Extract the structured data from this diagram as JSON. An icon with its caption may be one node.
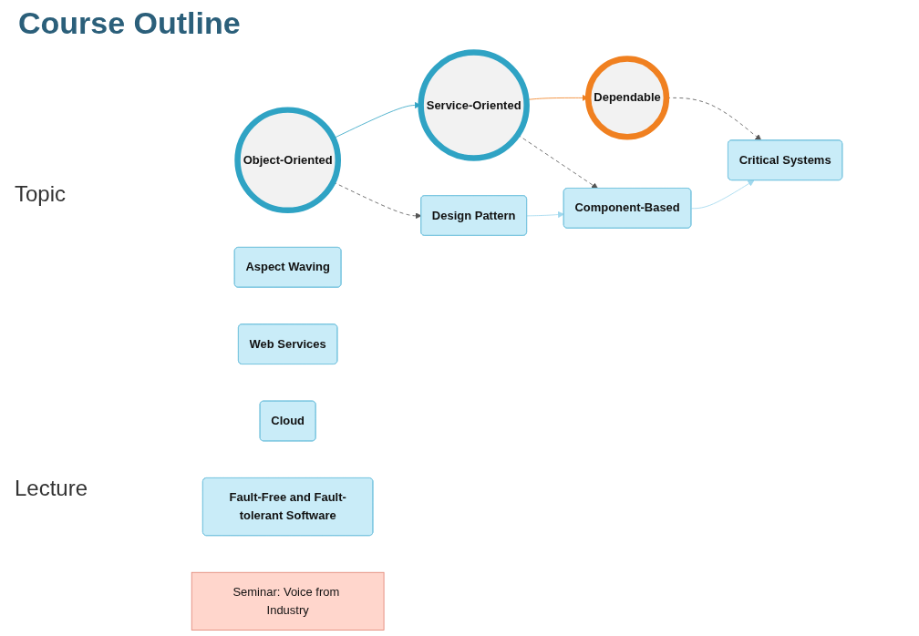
{
  "diagram": {
    "title": "Course Outline",
    "nodes": [
      {
        "text": [
          "Object-Oriented"
        ]
      },
      {
        "text": [
          "Service-Oriented"
        ]
      },
      {
        "text": [
          "Dependable"
        ]
      },
      {
        "text": [
          "Design Pattern"
        ]
      },
      {
        "text": [
          "Aspect Waving"
        ]
      },
      {
        "text": [
          "Component-Based"
        ]
      },
      {
        "text": [
          "Web Services"
        ]
      },
      {
        "text": [
          "Cloud"
        ]
      },
      {
        "text": [
          "Critical Systems"
        ]
      },
      {
        "text": [
          "Fault-Free and Fault-tolerant Software"
        ]
      },
      {
        "text": [
          "Seminar: Voice from Industry"
        ]
      }
    ],
    "edges": [
      {
        "from": 0,
        "to": 1,
        "arrow": "to",
        "color": "#2fa3c4"
      },
      {
        "from": 1,
        "to": 2,
        "arrow": "to",
        "color": "#f08020"
      },
      {
        "from": 0,
        "to": 3,
        "arrow": "to",
        "style": "dashed",
        "color": "#555555"
      },
      {
        "from": 1,
        "to": 5,
        "arrow": "to",
        "style": "dashed",
        "color": "#555555"
      },
      {
        "from": 2,
        "to": 8,
        "arrow": "to",
        "style": "dashed",
        "color": "#555555"
      },
      {
        "from": 3,
        "to": 5,
        "arrow": "to",
        "color": "#9fd8ee"
      },
      {
        "from": 5,
        "to": 8,
        "arrow": "to",
        "color": "#9fd8ee"
      }
    ],
    "labels": [
      "Topic",
      "Lecture"
    ]
  }
}
